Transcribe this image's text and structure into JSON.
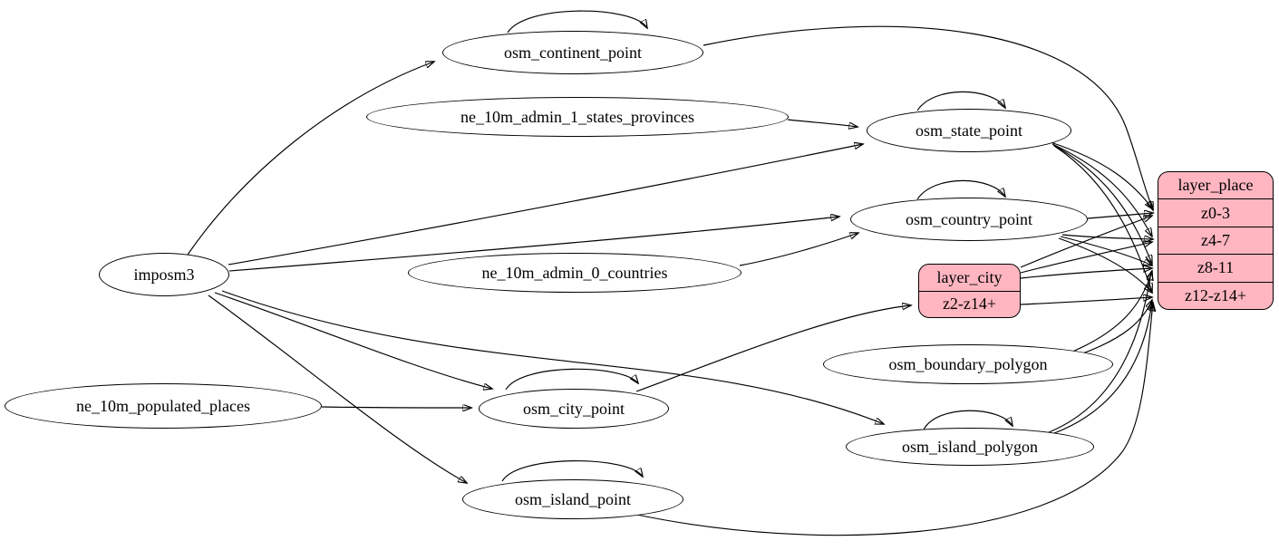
{
  "diagram": {
    "type": "etl-dependency-graph",
    "background": "#ffffff",
    "ellipse_fill": "#ffffff",
    "record_fill": "#ffb6c1",
    "stroke_color": "#000000",
    "nodes": {
      "imposm3": {
        "label": "imposm3",
        "shape": "ellipse"
      },
      "osm_continent_point": {
        "label": "osm_continent_point",
        "shape": "ellipse"
      },
      "ne_10m_admin_1_states_provinces": {
        "label": "ne_10m_admin_1_states_provinces",
        "shape": "ellipse"
      },
      "osm_state_point": {
        "label": "osm_state_point",
        "shape": "ellipse"
      },
      "osm_country_point": {
        "label": "osm_country_point",
        "shape": "ellipse"
      },
      "ne_10m_admin_0_countries": {
        "label": "ne_10m_admin_0_countries",
        "shape": "ellipse"
      },
      "osm_boundary_polygon": {
        "label": "osm_boundary_polygon",
        "shape": "ellipse"
      },
      "osm_city_point": {
        "label": "osm_city_point",
        "shape": "ellipse"
      },
      "osm_island_polygon": {
        "label": "osm_island_polygon",
        "shape": "ellipse"
      },
      "ne_10m_populated_places": {
        "label": "ne_10m_populated_places",
        "shape": "ellipse"
      },
      "osm_island_point": {
        "label": "osm_island_point",
        "shape": "ellipse"
      },
      "layer_city": {
        "title": "layer_city",
        "rows": [
          "z2-z14+"
        ],
        "shape": "record"
      },
      "layer_place": {
        "title": "layer_place",
        "rows": [
          "z0-3",
          "z4-7",
          "z8-11",
          "z12-z14+"
        ],
        "shape": "record"
      }
    },
    "edges": [
      {
        "from": "imposm3",
        "to": "osm_continent_point"
      },
      {
        "from": "imposm3",
        "to": "osm_state_point"
      },
      {
        "from": "imposm3",
        "to": "osm_country_point"
      },
      {
        "from": "imposm3",
        "to": "osm_city_point"
      },
      {
        "from": "imposm3",
        "to": "osm_island_point"
      },
      {
        "from": "imposm3",
        "to": "osm_island_polygon"
      },
      {
        "from": "ne_10m_admin_1_states_provinces",
        "to": "osm_state_point"
      },
      {
        "from": "ne_10m_admin_0_countries",
        "to": "osm_country_point"
      },
      {
        "from": "ne_10m_populated_places",
        "to": "osm_city_point"
      },
      {
        "from": "osm_continent_point",
        "to": "osm_continent_point"
      },
      {
        "from": "osm_state_point",
        "to": "osm_state_point"
      },
      {
        "from": "osm_country_point",
        "to": "osm_country_point"
      },
      {
        "from": "osm_city_point",
        "to": "osm_city_point"
      },
      {
        "from": "osm_island_point",
        "to": "osm_island_point"
      },
      {
        "from": "osm_island_polygon",
        "to": "osm_island_polygon"
      },
      {
        "from": "osm_city_point",
        "to": "layer_city",
        "port": "z2-z14+"
      },
      {
        "from": "osm_continent_point",
        "to": "layer_place",
        "port": "z0-3"
      },
      {
        "from": "osm_state_point",
        "to": "layer_place",
        "port": "z0-3"
      },
      {
        "from": "osm_state_point",
        "to": "layer_place",
        "port": "z4-7"
      },
      {
        "from": "osm_state_point",
        "to": "layer_place",
        "port": "z8-11"
      },
      {
        "from": "osm_state_point",
        "to": "layer_place",
        "port": "z12-z14+"
      },
      {
        "from": "osm_country_point",
        "to": "layer_place",
        "port": "z0-3"
      },
      {
        "from": "osm_country_point",
        "to": "layer_place",
        "port": "z4-7"
      },
      {
        "from": "osm_country_point",
        "to": "layer_place",
        "port": "z8-11"
      },
      {
        "from": "osm_country_point",
        "to": "layer_place",
        "port": "z12-z14+"
      },
      {
        "from": "layer_city",
        "to": "layer_place",
        "port": "z0-3"
      },
      {
        "from": "layer_city",
        "to": "layer_place",
        "port": "z4-7"
      },
      {
        "from": "layer_city",
        "to": "layer_place",
        "port": "z8-11"
      },
      {
        "from": "layer_city",
        "to": "layer_place",
        "port": "z12-z14+"
      },
      {
        "from": "osm_boundary_polygon",
        "to": "layer_place",
        "port": "z8-11"
      },
      {
        "from": "osm_boundary_polygon",
        "to": "layer_place",
        "port": "z12-z14+"
      },
      {
        "from": "osm_island_polygon",
        "to": "layer_place",
        "port": "z8-11"
      },
      {
        "from": "osm_island_polygon",
        "to": "layer_place",
        "port": "z12-z14+"
      },
      {
        "from": "osm_island_point",
        "to": "layer_place",
        "port": "z12-z14+"
      }
    ]
  }
}
